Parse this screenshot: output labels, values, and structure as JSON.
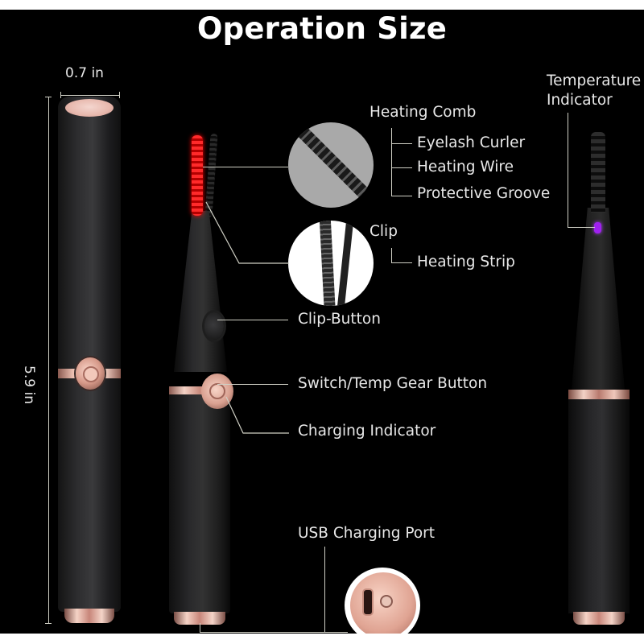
{
  "title": "Operation Size",
  "dimensions": {
    "width": "0.7 in",
    "height": "5.9 in"
  },
  "callouts": {
    "heating_comb": "Heating Comb",
    "eyelash_curler": "Eyelash Curler",
    "heating_wire": "Heating Wire",
    "protective_groove": "Protective Groove",
    "clip": "Clip",
    "heating_strip": "Heating Strip",
    "clip_button": "Clip-Button",
    "switch_temp_gear_button": "Switch/Temp Gear Button",
    "charging_indicator": "Charging Indicator",
    "usb_charging_port": "USB Charging Port",
    "temperature_indicator_line1": "Temperature",
    "temperature_indicator_line2": "Indicator"
  },
  "colors": {
    "background": "#000000",
    "text": "#e8e8e8",
    "rose_gold": "#e0a493",
    "heated_comb": "#ff2a2a",
    "temperature_led": "#a020f0"
  }
}
